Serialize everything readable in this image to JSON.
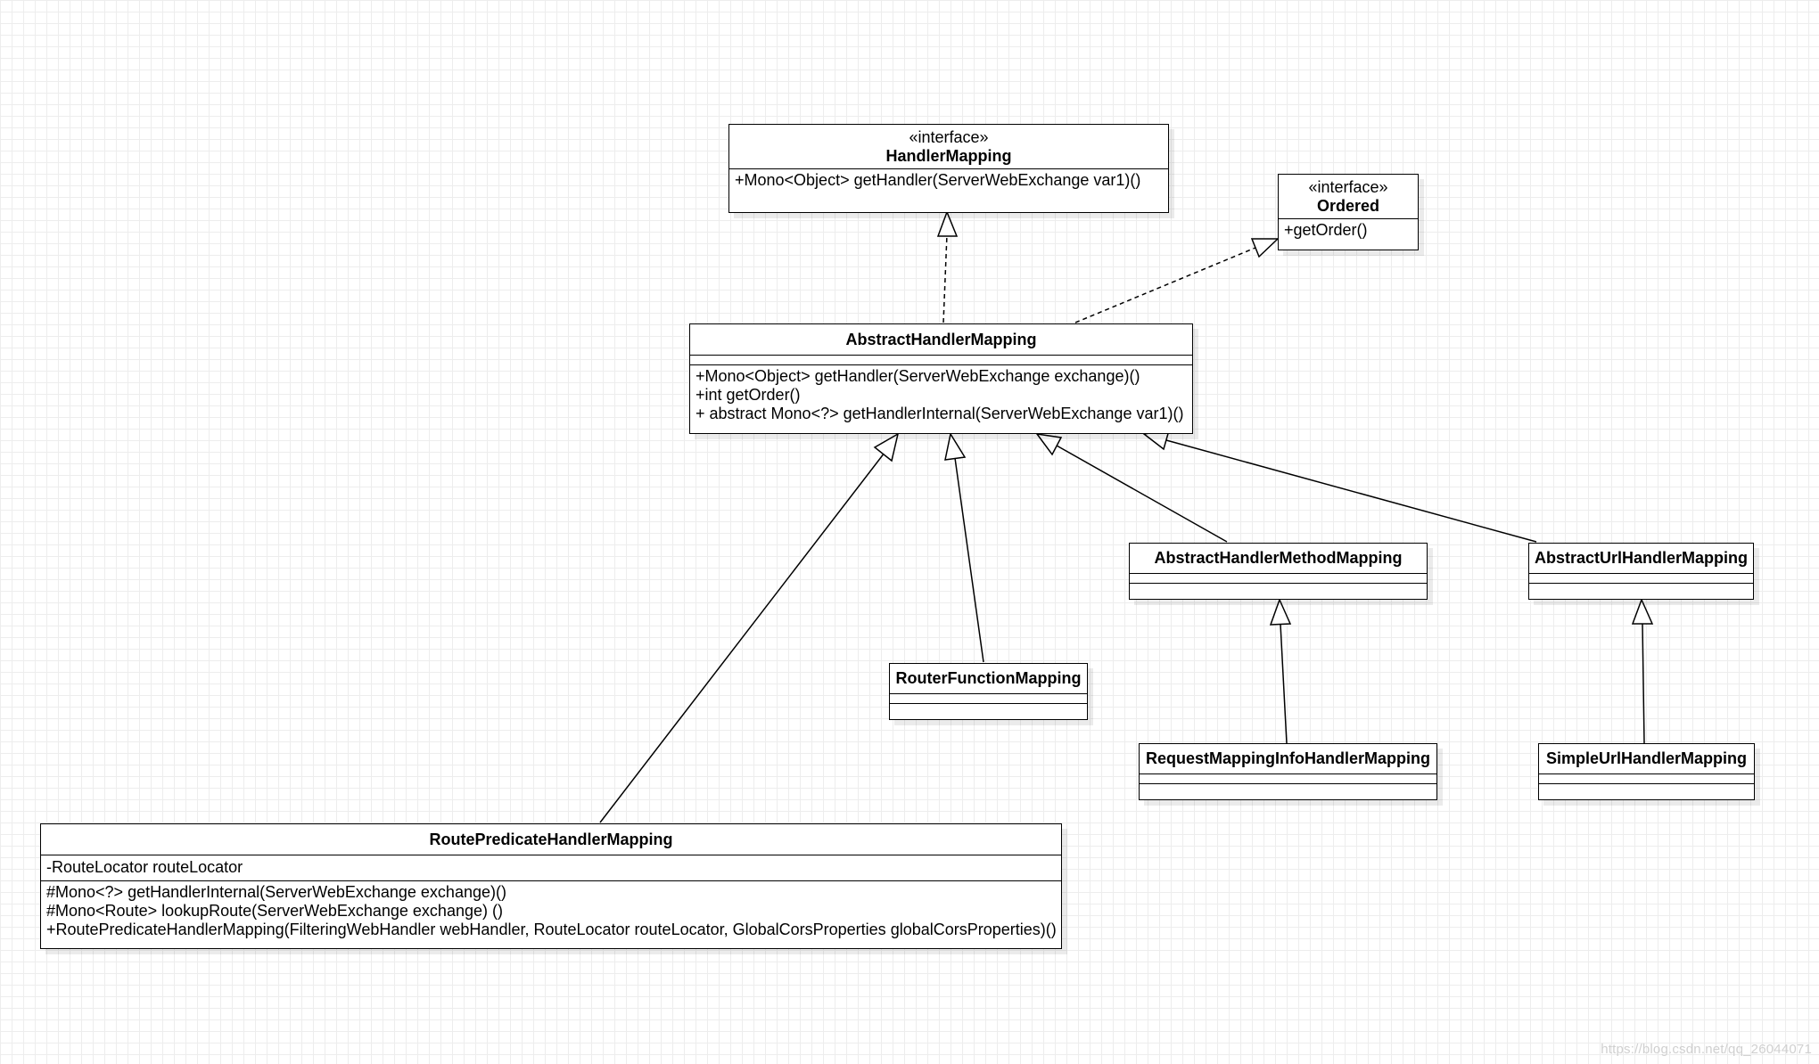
{
  "diagram": {
    "classes": {
      "handler_mapping": {
        "stereotype": "«interface»",
        "name": "HandlerMapping",
        "attributes": [],
        "operations": [
          "+Mono<Object> getHandler(ServerWebExchange var1)()"
        ]
      },
      "ordered": {
        "stereotype": "«interface»",
        "name": "Ordered",
        "attributes": [],
        "operations": [
          "+getOrder()"
        ]
      },
      "abstract_handler_mapping": {
        "stereotype": "",
        "name": "AbstractHandlerMapping",
        "attributes": [],
        "operations": [
          "+Mono<Object> getHandler(ServerWebExchange exchange)()",
          "+int getOrder()",
          "+ abstract Mono<?> getHandlerInternal(ServerWebExchange var1)()"
        ]
      },
      "abstract_handler_method_mapping": {
        "stereotype": "",
        "name": "AbstractHandlerMethodMapping",
        "attributes": [],
        "operations": []
      },
      "abstract_url_handler_mapping": {
        "stereotype": "",
        "name": "AbstractUrlHandlerMapping",
        "attributes": [],
        "operations": []
      },
      "router_function_mapping": {
        "stereotype": "",
        "name": "RouterFunctionMapping",
        "attributes": [],
        "operations": []
      },
      "request_mapping_info_handler_mapping": {
        "stereotype": "",
        "name": "RequestMappingInfoHandlerMapping",
        "attributes": [],
        "operations": []
      },
      "simple_url_handler_mapping": {
        "stereotype": "",
        "name": "SimpleUrlHandlerMapping",
        "attributes": [],
        "operations": []
      },
      "route_predicate_handler_mapping": {
        "stereotype": "",
        "name": "RoutePredicateHandlerMapping",
        "attributes": [
          "-RouteLocator routeLocator"
        ],
        "operations": [
          "#Mono<?> getHandlerInternal(ServerWebExchange exchange)()",
          "#Mono<Route> lookupRoute(ServerWebExchange exchange) ()",
          "+RoutePredicateHandlerMapping(FilteringWebHandler webHandler, RouteLocator routeLocator, GlobalCorsProperties globalCorsProperties)()"
        ]
      }
    },
    "relations": [
      {
        "from": "abstract_handler_mapping",
        "to": "handler_mapping",
        "kind": "realization"
      },
      {
        "from": "abstract_handler_mapping",
        "to": "ordered",
        "kind": "realization"
      },
      {
        "from": "route_predicate_handler_mapping",
        "to": "abstract_handler_mapping",
        "kind": "generalization"
      },
      {
        "from": "router_function_mapping",
        "to": "abstract_handler_mapping",
        "kind": "generalization"
      },
      {
        "from": "abstract_handler_method_mapping",
        "to": "abstract_handler_mapping",
        "kind": "generalization"
      },
      {
        "from": "abstract_url_handler_mapping",
        "to": "abstract_handler_mapping",
        "kind": "generalization"
      },
      {
        "from": "request_mapping_info_handler_mapping",
        "to": "abstract_handler_method_mapping",
        "kind": "generalization"
      },
      {
        "from": "simple_url_handler_mapping",
        "to": "abstract_url_handler_mapping",
        "kind": "generalization"
      }
    ]
  },
  "watermark": "https://blog.csdn.net/qq_26044071"
}
